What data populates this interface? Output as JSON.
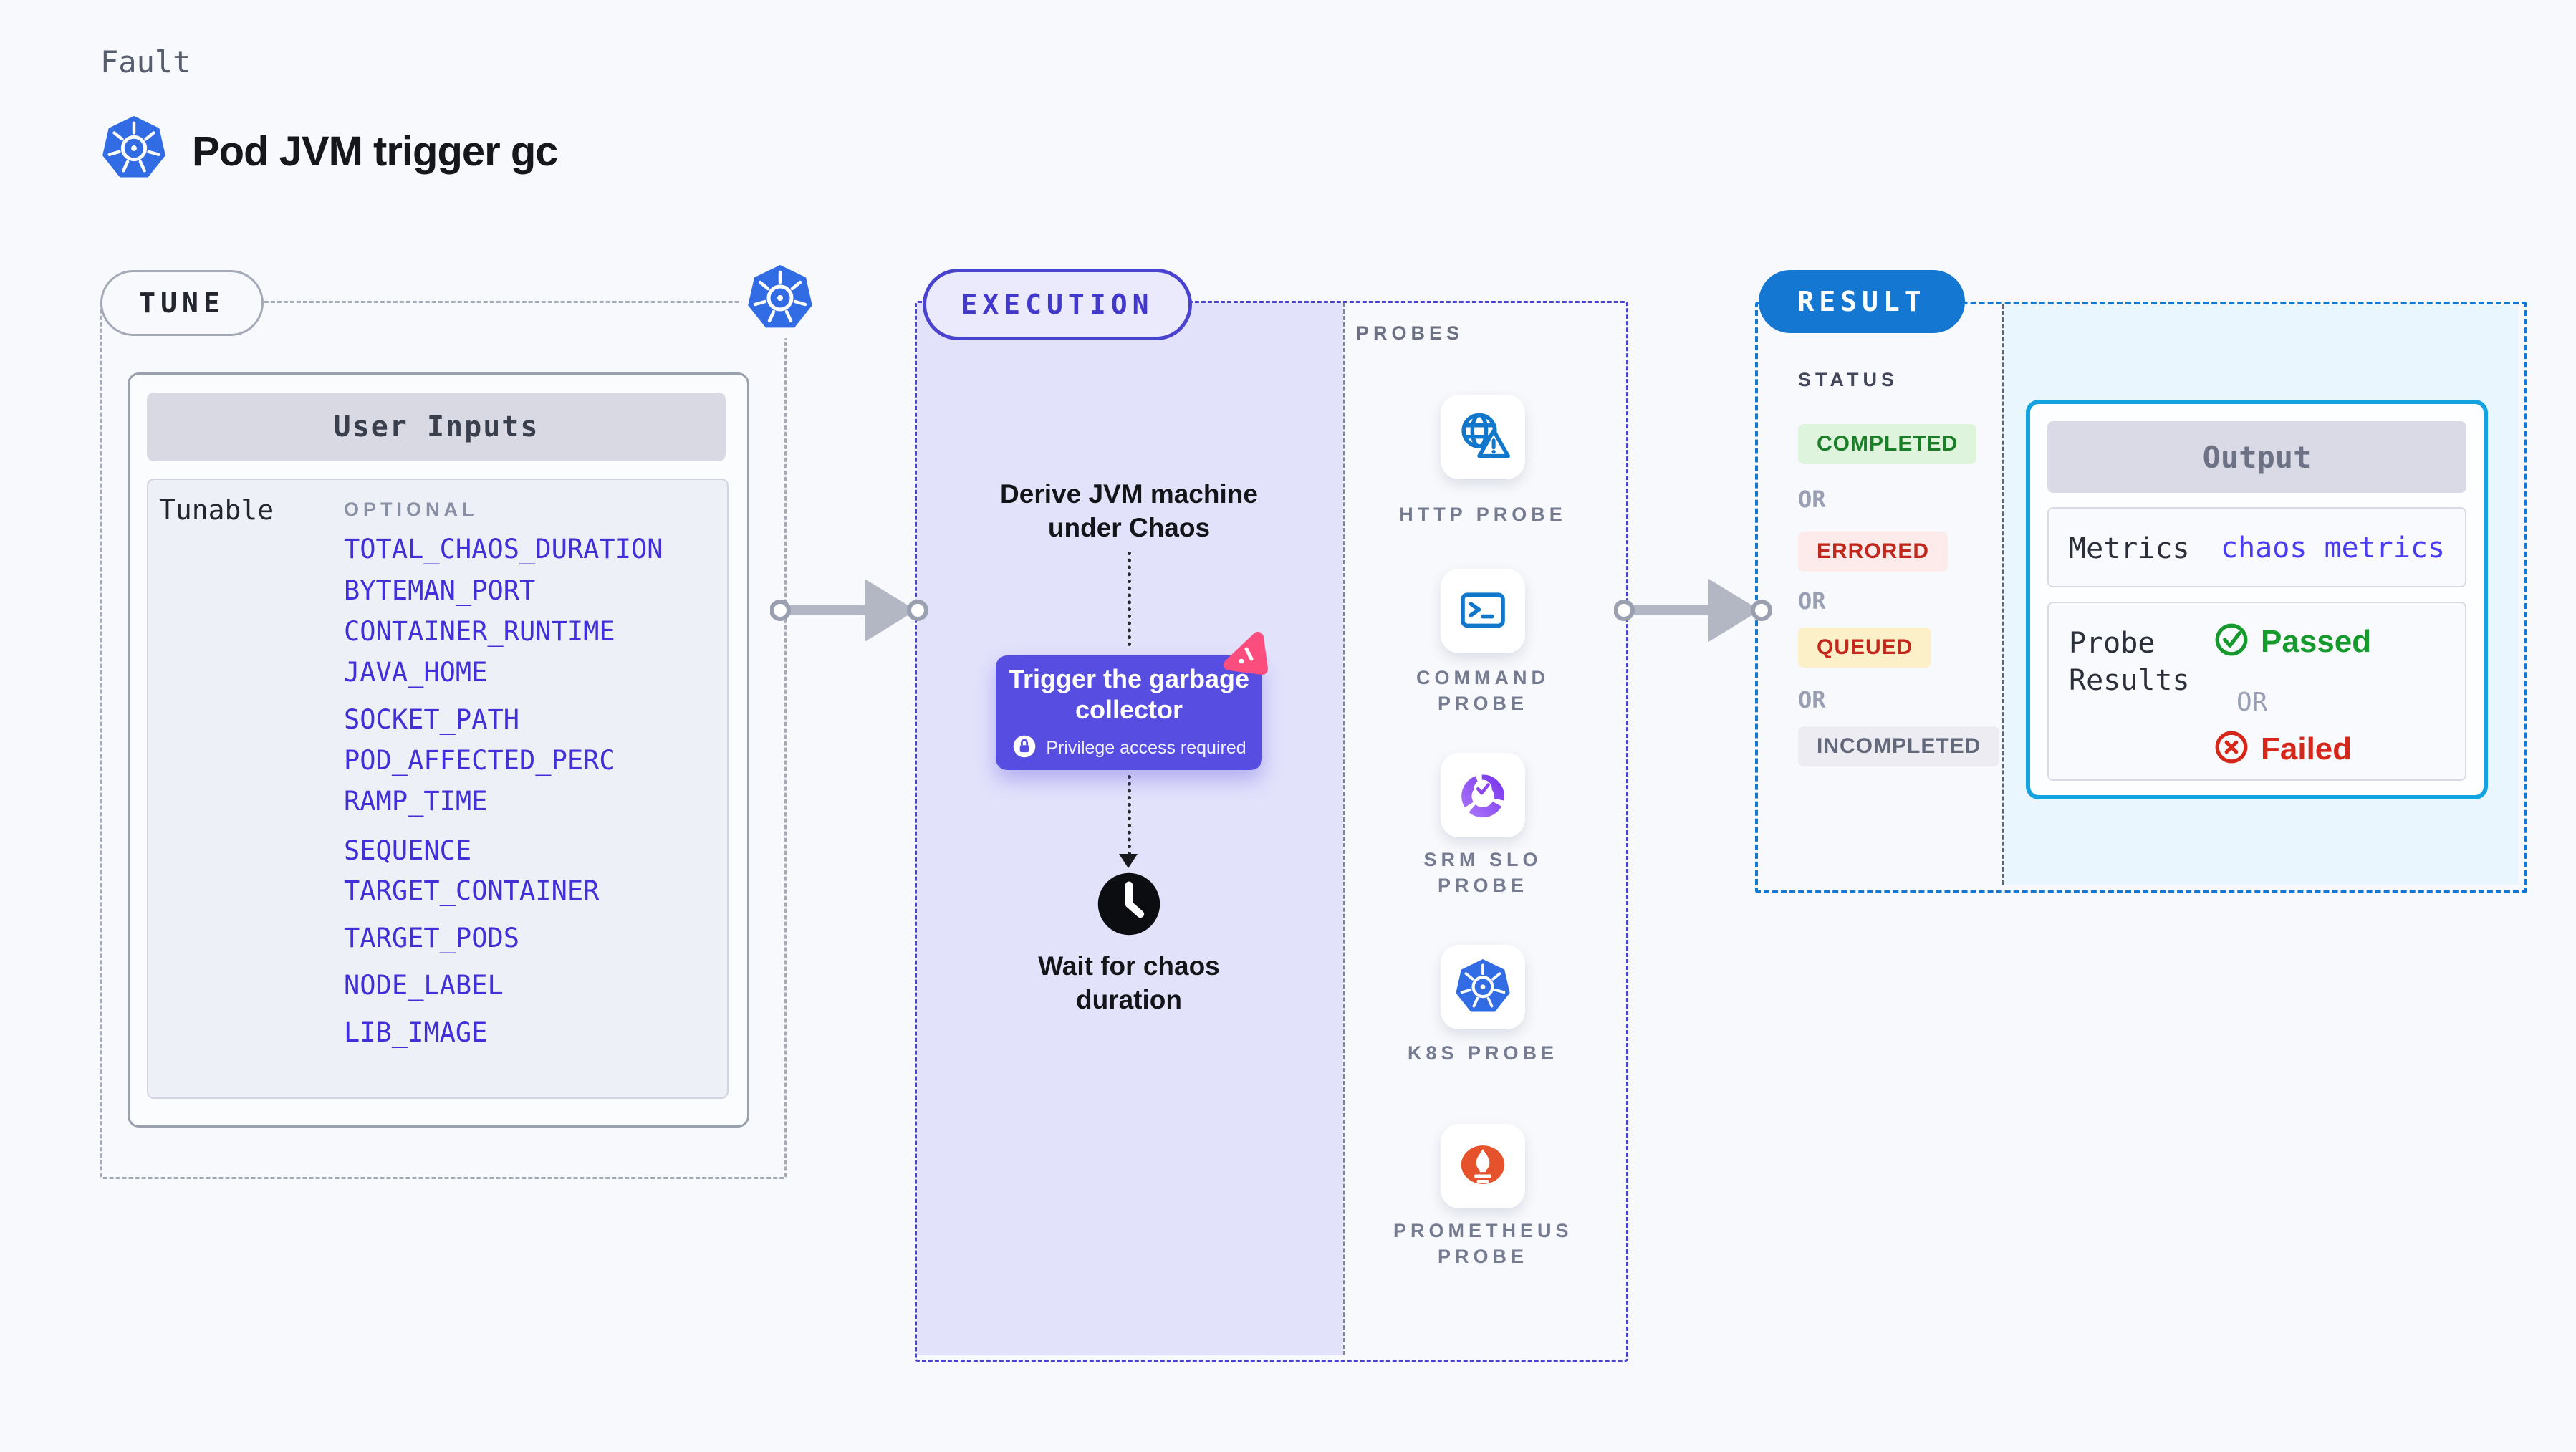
{
  "header": {
    "kicker": "Fault",
    "title": "Pod JVM trigger gc"
  },
  "tune": {
    "pill": "TUNE",
    "panel_title": "User Inputs",
    "row_label": "Tunable",
    "column_label": "OPTIONAL",
    "tunables": [
      "TOTAL_CHAOS_DURATION",
      "BYTEMAN_PORT",
      "CONTAINER_RUNTIME",
      "JAVA_HOME",
      "SOCKET_PATH",
      "POD_AFFECTED_PERC",
      "RAMP_TIME",
      "SEQUENCE",
      "TARGET_CONTAINER",
      "TARGET_PODS",
      "NODE_LABEL",
      "LIB_IMAGE"
    ]
  },
  "execution": {
    "pill": "EXECUTION",
    "step1": "Derive JVM machine\nunder Chaos",
    "action_label": "Trigger the garbage\ncollector",
    "action_note": "Privilege access required",
    "step3": "Wait for chaos\nduration"
  },
  "probes": {
    "label": "PROBES",
    "items": [
      {
        "label": "HTTP PROBE",
        "icon": "globe-warning-icon"
      },
      {
        "label": "COMMAND PROBE",
        "icon": "terminal-icon"
      },
      {
        "label": "SRM SLO PROBE",
        "icon": "slo-gauge-icon"
      },
      {
        "label": "K8S PROBE",
        "icon": "kubernetes-icon"
      },
      {
        "label": "PROMETHEUS PROBE",
        "icon": "prometheus-icon"
      }
    ]
  },
  "result": {
    "pill": "RESULT",
    "status_label": "STATUS",
    "or_label": "OR",
    "statuses": [
      {
        "label": "COMPLETED",
        "bg": "#def4dd",
        "color": "#1b7f28"
      },
      {
        "label": "ERRORED",
        "bg": "#fcebea",
        "color": "#c0281e"
      },
      {
        "label": "QUEUED",
        "bg": "#fcf0c8",
        "color": "#c5281c"
      },
      {
        "label": "INCOMPLETED",
        "bg": "#ececf2",
        "color": "#62687a"
      }
    ],
    "output": {
      "title": "Output",
      "metrics_label": "Metrics",
      "metrics_value": "chaos metrics",
      "probe_results_label": "Probe\nResults",
      "passed": "Passed",
      "or": "OR",
      "failed": "Failed"
    }
  },
  "colors": {
    "page_bg": "#f8f9fc",
    "indigo_accent": "#4a43cf",
    "button_indigo": "#574de0",
    "lavender_fill": "#e3e2fb",
    "result_blue": "#1478d3",
    "output_cyan": "#13a3e1",
    "result_fill": "#e9f6fd",
    "link_blue": "#4130d8",
    "passed_green": "#169a2e",
    "failed_red": "#d5281b",
    "kubernetes_blue": "#326ce5",
    "probe_icon_blue": "#1177cb",
    "slo_purple": "#8b46f2",
    "prometheus_orange": "#e6522c",
    "chaos_pink": "#fb4e7e"
  }
}
